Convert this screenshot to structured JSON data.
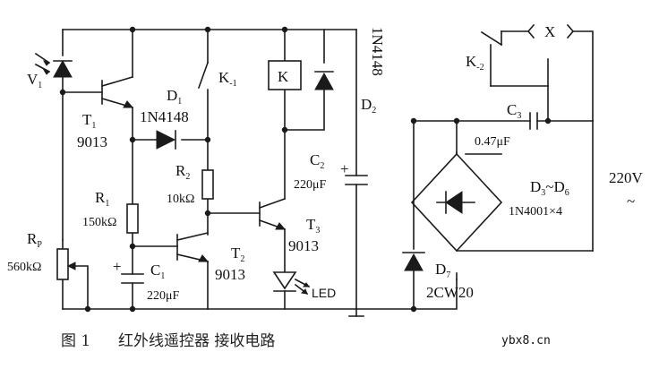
{
  "labels": {
    "v1": "V",
    "v1_sub": "1",
    "t1": "T",
    "t1_sub": "1",
    "t1_model": "9013",
    "d1": "D",
    "d1_sub": "1",
    "d1_model": "1N4148",
    "k1": "K",
    "k1_sub": "-1",
    "relay": "K",
    "d2_model": "1N4148",
    "d2": "D",
    "d2_sub": "2",
    "r2": "R",
    "r2_sub": "2",
    "r2_value": "10kΩ",
    "r1": "R",
    "r1_sub": "1",
    "r1_value": "150kΩ",
    "rp": "R",
    "rp_sub": "P",
    "rp_value": "560kΩ",
    "c1": "C",
    "c1_sub": "1",
    "c1_value": "220μF",
    "c1_plus": "+",
    "t2": "T",
    "t2_sub": "2",
    "t2_model": "9013",
    "c2": "C",
    "c2_sub": "2",
    "c2_value": "220μF",
    "c2_plus": "+",
    "t3": "T",
    "t3_sub": "3",
    "t3_model": "9013",
    "led": "LED",
    "k2": "K",
    "k2_sub": "-2",
    "load": "X",
    "c3": "C",
    "c3_sub": "3",
    "c3_value": "0.47μF",
    "d3d6": "D",
    "d3d6_sub": "3",
    "d3d6_tilde": "~D",
    "d3d6_sub2": "6",
    "d3d6_model": "1N4001×4",
    "voltage": "220V",
    "ac": "~",
    "d7": "D",
    "d7_sub": "7",
    "d7_model": "2CW20"
  },
  "caption": {
    "figure_no": "图 1",
    "title": "红外线遥控器 接收电路"
  },
  "watermark": "ybx8.cn"
}
